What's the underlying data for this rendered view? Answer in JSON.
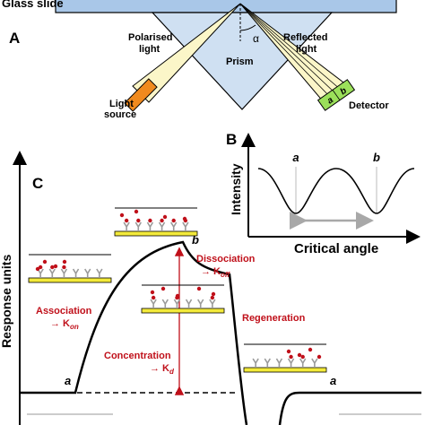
{
  "panel_a": {
    "letter": "A",
    "glass_slide": "Glass slide",
    "angle_symbol": "α",
    "polarised_line1": "Polarised",
    "polarised_line2": "light",
    "reflected_line1": "Reflected",
    "reflected_line2": "light",
    "prism": "Prism",
    "light_source_line1": "Light",
    "light_source_line2": "source",
    "detector": "Detector",
    "detector_marks": [
      "a",
      "b"
    ]
  },
  "panel_b": {
    "letter": "B",
    "ylabel": "Intensity",
    "xlabel": "Critical angle",
    "dip_labels": [
      "a",
      "b"
    ]
  },
  "panel_c": {
    "letter": "C",
    "ylabel": "Response units",
    "marker_a_start": "a",
    "marker_b_peak": "b",
    "marker_a_end": "a",
    "association": "Association",
    "association_rate": "→ K",
    "association_sub": "on",
    "dissociation": "Dissociation",
    "dissociation_rate": "→ K",
    "dissociation_sub": "off",
    "regeneration": "Regeneration",
    "concentration": "Concentration",
    "concentration_rate": "→ K",
    "concentration_sub": "d"
  },
  "colors": {
    "slide": "#a9c7e8",
    "prism": "#cfe0f2",
    "light_beam": "#fbf6c8",
    "light_source": "#f08a1e",
    "detector": "#9be05a",
    "sensor_yellow": "#f3ea3a",
    "ligand": "#9a9a9a",
    "analyte": "#c0101a",
    "text_red": "#c0101a",
    "arrow_gray": "#a8a8a8"
  }
}
